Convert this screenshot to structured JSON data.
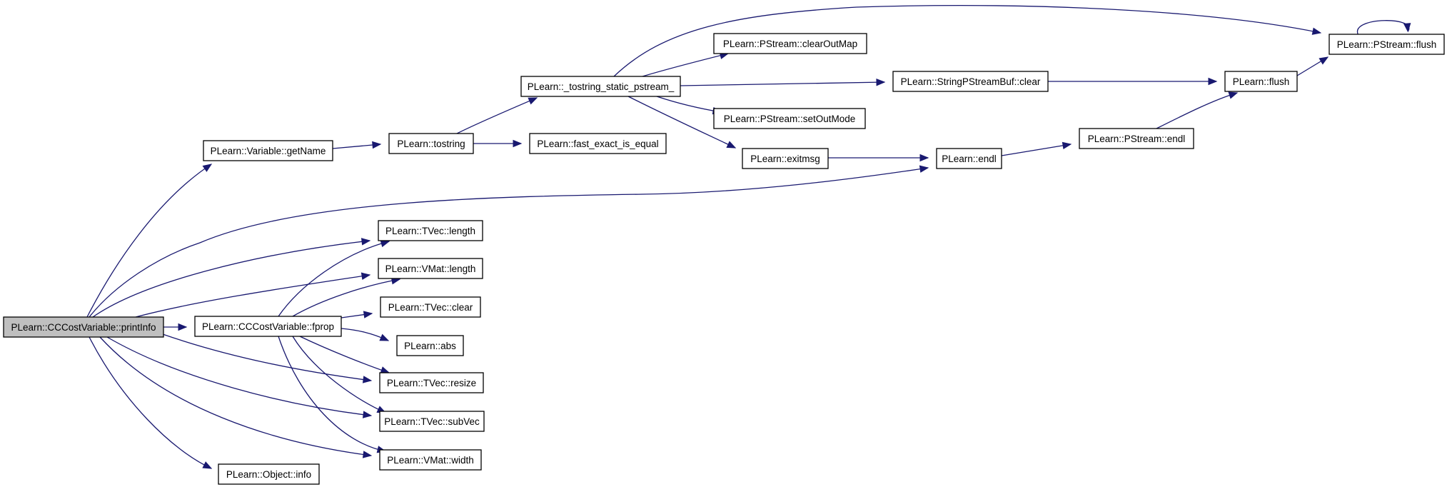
{
  "diagram": {
    "nodes": [
      {
        "id": "printInfo",
        "label": "PLearn::CCCostVariable::printInfo",
        "highlighted": true
      },
      {
        "id": "getName",
        "label": "PLearn::Variable::getName"
      },
      {
        "id": "tostring",
        "label": "PLearn::tostring"
      },
      {
        "id": "tostring_static",
        "label": "PLearn::_tostring_static_pstream_"
      },
      {
        "id": "fast_exact",
        "label": "PLearn::fast_exact_is_equal"
      },
      {
        "id": "clearOutMap",
        "label": "PLearn::PStream::clearOutMap"
      },
      {
        "id": "spsb_clear",
        "label": "PLearn::StringPStreamBuf::clear"
      },
      {
        "id": "setOutMode",
        "label": "PLearn::PStream::setOutMode"
      },
      {
        "id": "exitmsg",
        "label": "PLearn::exitmsg"
      },
      {
        "id": "endl",
        "label": "PLearn::endl"
      },
      {
        "id": "ps_endl",
        "label": "PLearn::PStream::endl"
      },
      {
        "id": "flush",
        "label": "PLearn::flush"
      },
      {
        "id": "ps_flush",
        "label": "PLearn::PStream::flush"
      },
      {
        "id": "tvec_length",
        "label": "PLearn::TVec::length"
      },
      {
        "id": "vmat_length",
        "label": "PLearn::VMat::length"
      },
      {
        "id": "tvec_clear",
        "label": "PLearn::TVec::clear"
      },
      {
        "id": "fprop",
        "label": "PLearn::CCCostVariable::fprop"
      },
      {
        "id": "abs",
        "label": "PLearn::abs"
      },
      {
        "id": "tvec_resize",
        "label": "PLearn::TVec::resize"
      },
      {
        "id": "tvec_subVec",
        "label": "PLearn::TVec::subVec"
      },
      {
        "id": "vmat_width",
        "label": "PLearn::VMat::width"
      },
      {
        "id": "object_info",
        "label": "PLearn::Object::info"
      }
    ],
    "edges": [
      {
        "from": "printInfo",
        "to": "getName"
      },
      {
        "from": "printInfo",
        "to": "endl"
      },
      {
        "from": "printInfo",
        "to": "tvec_length"
      },
      {
        "from": "printInfo",
        "to": "vmat_length"
      },
      {
        "from": "printInfo",
        "to": "fprop"
      },
      {
        "from": "printInfo",
        "to": "tvec_resize"
      },
      {
        "from": "printInfo",
        "to": "tvec_subVec"
      },
      {
        "from": "printInfo",
        "to": "vmat_width"
      },
      {
        "from": "printInfo",
        "to": "object_info"
      },
      {
        "from": "getName",
        "to": "tostring"
      },
      {
        "from": "tostring",
        "to": "tostring_static"
      },
      {
        "from": "tostring",
        "to": "fast_exact"
      },
      {
        "from": "tostring_static",
        "to": "clearOutMap"
      },
      {
        "from": "tostring_static",
        "to": "spsb_clear"
      },
      {
        "from": "tostring_static",
        "to": "setOutMode"
      },
      {
        "from": "tostring_static",
        "to": "exitmsg"
      },
      {
        "from": "tostring_static",
        "to": "ps_flush"
      },
      {
        "from": "exitmsg",
        "to": "endl"
      },
      {
        "from": "endl",
        "to": "ps_endl"
      },
      {
        "from": "ps_endl",
        "to": "flush"
      },
      {
        "from": "spsb_clear",
        "to": "flush"
      },
      {
        "from": "flush",
        "to": "ps_flush"
      },
      {
        "from": "ps_flush",
        "to": "ps_flush"
      },
      {
        "from": "fprop",
        "to": "tvec_length"
      },
      {
        "from": "fprop",
        "to": "vmat_length"
      },
      {
        "from": "fprop",
        "to": "tvec_clear"
      },
      {
        "from": "fprop",
        "to": "abs"
      },
      {
        "from": "fprop",
        "to": "tvec_resize"
      },
      {
        "from": "fprop",
        "to": "tvec_subVec"
      },
      {
        "from": "fprop",
        "to": "vmat_width"
      }
    ]
  },
  "colors": {
    "edge": "#191970",
    "node_border": "#000000",
    "node_fill": "#ffffff",
    "highlight_fill": "#bfbfbf"
  }
}
